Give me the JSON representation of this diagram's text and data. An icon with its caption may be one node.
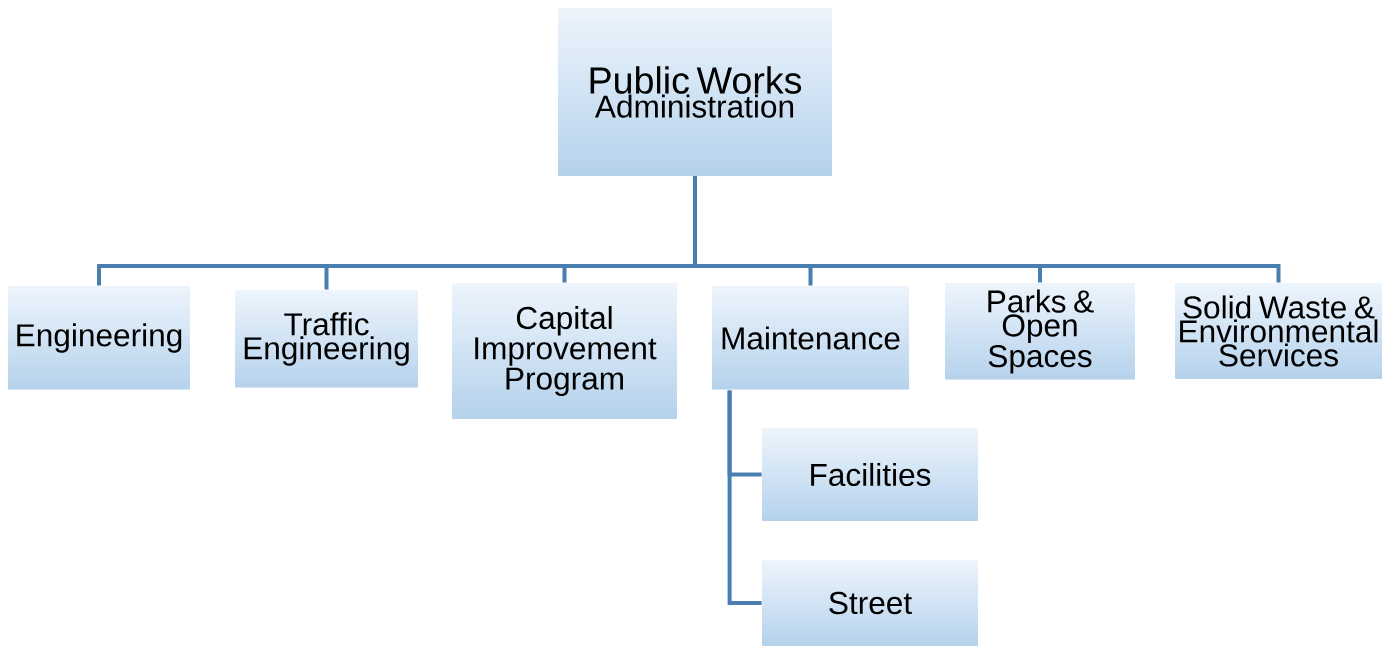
{
  "diagram": {
    "nodes": [
      {
        "text": [
          "Public Works",
          "Administration"
        ]
      },
      {
        "text": [
          "Engineering"
        ]
      },
      {
        "text": [
          "Traffic Engineering"
        ]
      },
      {
        "text": [
          "Capital Improvement Program"
        ]
      },
      {
        "text": [
          "Maintenance"
        ]
      },
      {
        "text": [
          "Parks & Open Spaces"
        ]
      },
      {
        "text": [
          "Solid Waste & Environmental Services"
        ]
      },
      {
        "text": [
          "Facilities"
        ]
      },
      {
        "text": [
          "Street"
        ]
      }
    ],
    "edges": [
      {
        "from": 0,
        "to": 1,
        "arrow": "none"
      },
      {
        "from": 0,
        "to": 2,
        "arrow": "none"
      },
      {
        "from": 0,
        "to": 3,
        "arrow": "none"
      },
      {
        "from": 0,
        "to": 4,
        "arrow": "none"
      },
      {
        "from": 0,
        "to": 5,
        "arrow": "none"
      },
      {
        "from": 0,
        "to": 6,
        "arrow": "none"
      },
      {
        "from": 4,
        "to": 7,
        "arrow": "none"
      },
      {
        "from": 4,
        "to": 8,
        "arrow": "none"
      }
    ]
  }
}
